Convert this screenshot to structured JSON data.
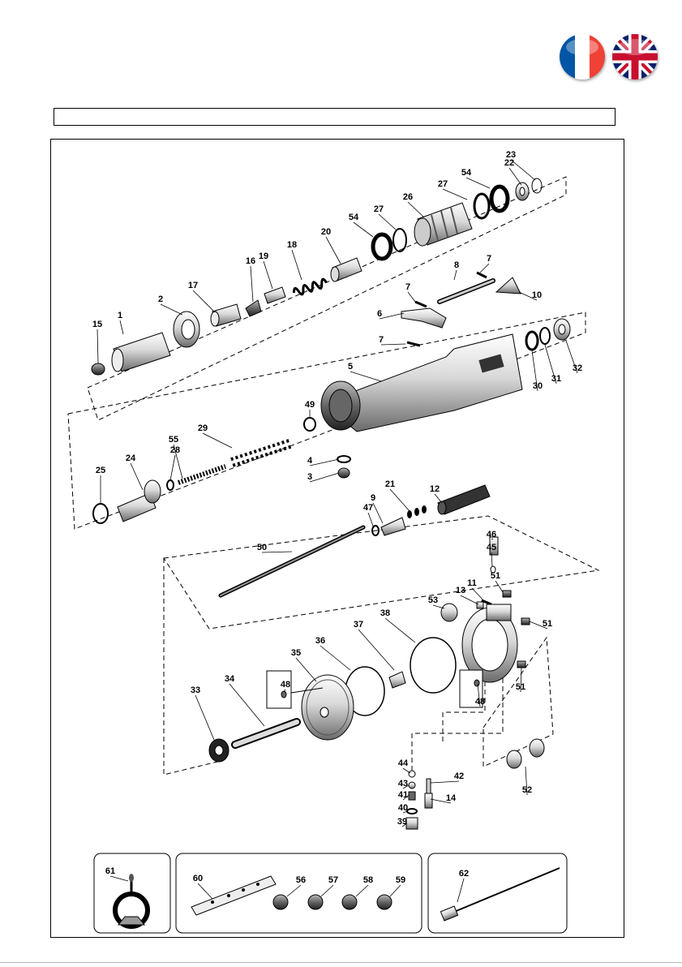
{
  "header": {
    "title_text": ""
  },
  "languages": [
    {
      "code": "fr",
      "icon": "french-flag-icon",
      "colors": [
        "#0055a4",
        "#ffffff",
        "#ef4135"
      ]
    },
    {
      "code": "en",
      "icon": "uk-flag-icon",
      "colors": [
        "#012169",
        "#ffffff",
        "#c8102e"
      ]
    }
  ],
  "part_labels": [
    "1",
    "2",
    "3",
    "4",
    "5",
    "6",
    "7",
    "7",
    "7",
    "8",
    "9",
    "10",
    "11",
    "12",
    "13",
    "14",
    "15",
    "16",
    "17",
    "18",
    "19",
    "20",
    "21",
    "22",
    "23",
    "24",
    "25",
    "26",
    "27",
    "27",
    "28",
    "29",
    "30",
    "31",
    "32",
    "33",
    "34",
    "35",
    "36",
    "37",
    "38",
    "39",
    "40",
    "41",
    "42",
    "43",
    "44",
    "45",
    "46",
    "47",
    "48",
    "48",
    "49",
    "50",
    "51",
    "51",
    "51",
    "52",
    "53",
    "54",
    "54",
    "55",
    "56",
    "57",
    "58",
    "59",
    "60",
    "61",
    "62"
  ]
}
